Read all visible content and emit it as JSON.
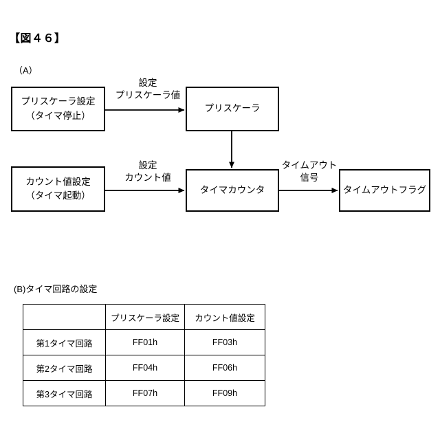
{
  "figure": {
    "title": "【図４６】"
  },
  "sections": {
    "a_label": "（A）",
    "b_label": "(B)タイマ回路の設定"
  },
  "diagram": {
    "boxes": [
      {
        "id": "prescaler-setting",
        "line1": "プリスケーラ設定",
        "line2": "（タイマ停止）"
      },
      {
        "id": "prescaler",
        "line1": "プリスケーラ",
        "line2": ""
      },
      {
        "id": "count-setting",
        "line1": "カウント値設定",
        "line2": "（タイマ起動）"
      },
      {
        "id": "timer-counter",
        "line1": "タイマカウンタ",
        "line2": ""
      },
      {
        "id": "timeout-flag",
        "line1": "タイムアウトフラグ",
        "line2": ""
      }
    ],
    "arrow_labels": [
      {
        "id": "set-prescaler",
        "line1": "設定",
        "line2": "プリスケーラ値"
      },
      {
        "id": "set-count",
        "line1": "設定",
        "line2": "カウント値"
      },
      {
        "id": "timeout-signal",
        "line1": "タイムアウト",
        "line2": "信号"
      }
    ]
  },
  "table": {
    "headers": [
      "",
      "プリスケーラ設定",
      "カウント値設定"
    ],
    "rows": [
      {
        "name": "第1タイマ回路",
        "prescaler": "FF01h",
        "count": "FF03h"
      },
      {
        "name": "第2タイマ回路",
        "prescaler": "FF04h",
        "count": "FF06h"
      },
      {
        "name": "第3タイマ回路",
        "prescaler": "FF07h",
        "count": "FF09h"
      }
    ]
  },
  "colors": {
    "background": "#ffffff",
    "ink": "#000000"
  }
}
